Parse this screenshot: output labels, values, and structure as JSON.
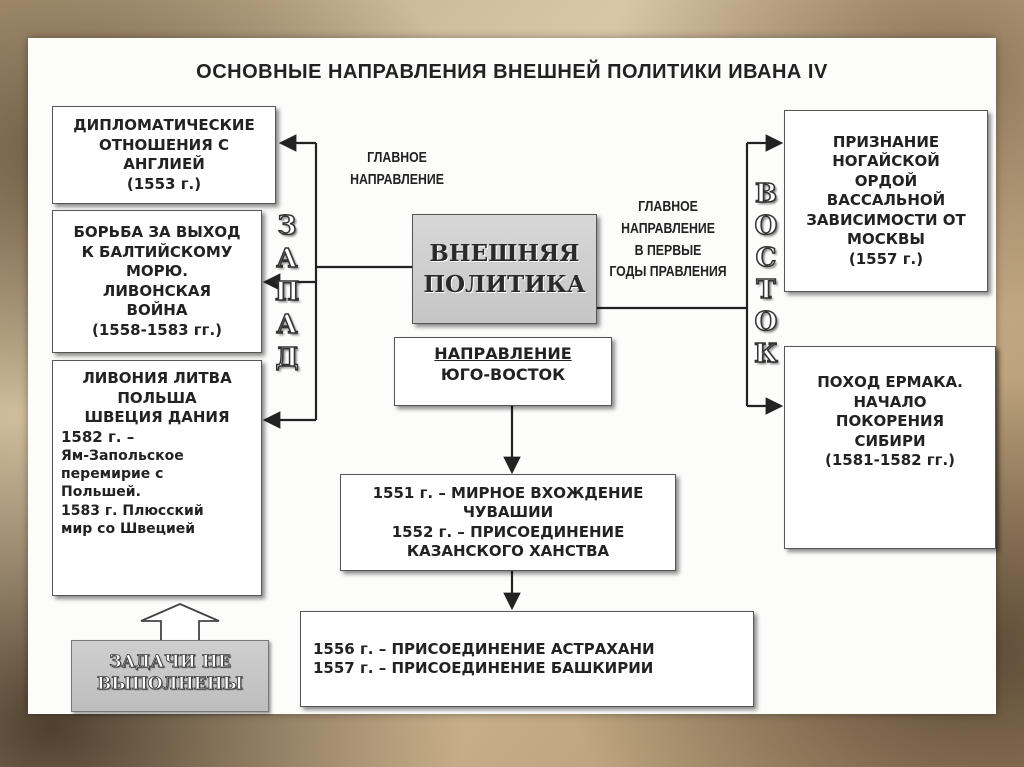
{
  "title": "ОСНОВНЫЕ НАПРАВЛЕНИЯ ВНЕШНЕЙ ПОЛИТИКИ ИВАНА IV",
  "center": {
    "line1": "ВНЕШНЯЯ",
    "line2": "ПОЛИТИКА"
  },
  "west": {
    "letters": [
      "З",
      "А",
      "П",
      "А",
      "Д"
    ],
    "label": {
      "line1": "ГЛАВНОЕ",
      "line2": "НАПРАВЛЕНИЕ"
    },
    "boxes": [
      {
        "lines": [
          "ДИПЛОМАТИЧЕСКИЕ",
          "ОТНОШЕНИЯ С",
          "АНГЛИЕЙ",
          "(1553 г.)"
        ]
      },
      {
        "lines": [
          "БОРЬБА ЗА ВЫХОД",
          "К БАЛТИЙСКОМУ",
          "МОРЮ.",
          "ЛИВОНСКАЯ",
          "ВОЙНА",
          "(1558-1583 гг.)"
        ]
      },
      {
        "lines": [
          "ЛИВОНИЯ  ЛИТВА",
          "ПОЛЬША",
          "ШВЕЦИЯ   ДАНИЯ",
          "1582 г. –",
          "Ям-Запольское",
          "перемирие с",
          "Польшей.",
          "1583 г. Плюсский",
          "мир со Швецией"
        ]
      }
    ]
  },
  "east": {
    "letters": [
      "В",
      "О",
      "С",
      "Т",
      "О",
      "К"
    ],
    "label": {
      "line1": "ГЛАВНОЕ",
      "line2": "НАПРАВЛЕНИЕ",
      "line3": "В ПЕРВЫЕ",
      "line4": "ГОДЫ ПРАВЛЕНИЯ"
    },
    "boxes": [
      {
        "lines": [
          "ПРИЗНАНИЕ",
          "НОГАЙСКОЙ",
          "ОРДОЙ",
          "ВАССАЛЬНОЙ",
          "ЗАВИСИМОСТИ ОТ",
          "МОСКВЫ",
          "(1557 г.)"
        ]
      },
      {
        "lines": [
          "ПОХОД ЕРМАКА.",
          "НАЧАЛО",
          "ПОКОРЕНИЯ",
          "СИБИРИ",
          "(1581-1582 гг.)"
        ]
      }
    ]
  },
  "southeast": {
    "label": {
      "line1": "НАПРАВЛЕНИЕ",
      "line2": "ЮГО-ВОСТОК"
    },
    "box1": {
      "lines": [
        "1551 г. – МИРНОЕ ВХОЖДЕНИЕ",
        "ЧУВАШИИ",
        "1552 г. – ПРИСОЕДИНЕНИЕ",
        "КАЗАНСКОГО ХАНСТВА"
      ]
    },
    "box2": {
      "lines": [
        "1556 г. – ПРИСОЕДИНЕНИЕ АСТРАХАНИ",
        "1557 г. – ПРИСОЕДИНЕНИЕ БАШКИРИИ"
      ]
    }
  },
  "tasks": {
    "line1": "ЗАДАЧИ НЕ",
    "line2": "ВЫПОЛНЕНЫ"
  }
}
